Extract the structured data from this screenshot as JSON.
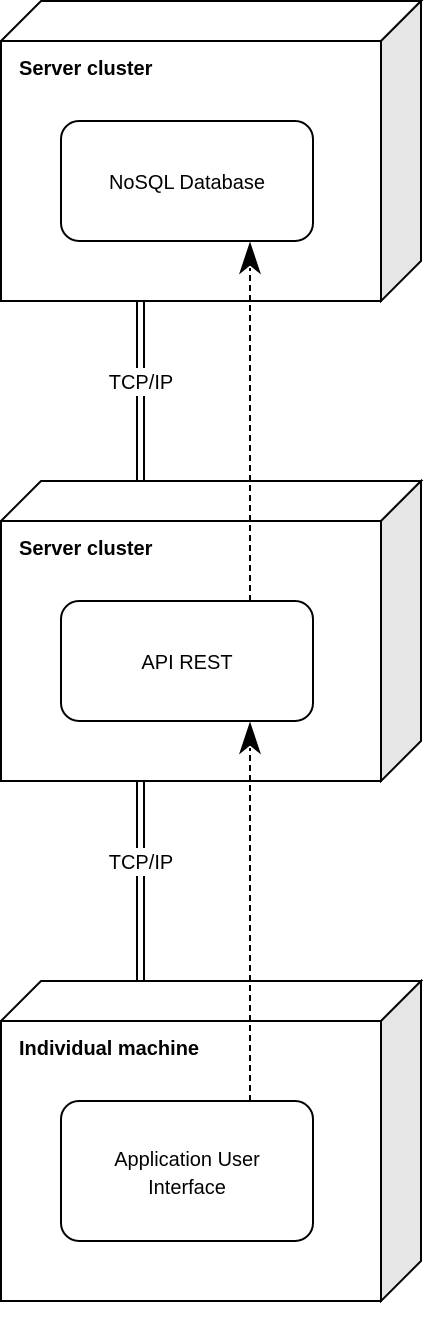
{
  "nodes": [
    {
      "title": "Server cluster",
      "component": {
        "lines": [
          "NoSQL Database"
        ]
      }
    },
    {
      "title": "Server cluster",
      "component": {
        "lines": [
          "API REST"
        ]
      }
    },
    {
      "title": "Individual machine",
      "component": {
        "lines": [
          "Application User",
          "Interface"
        ]
      }
    }
  ],
  "links": [
    {
      "label": "TCP/IP"
    },
    {
      "label": "TCP/IP"
    }
  ],
  "colors": {
    "node_face": "#ffffff",
    "node_side": "#e6e6e6",
    "stroke": "#000000"
  }
}
